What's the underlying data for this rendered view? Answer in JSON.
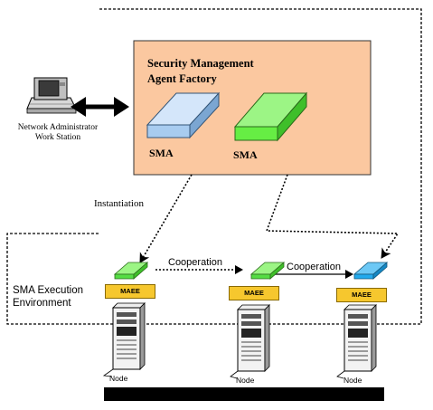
{
  "diagram": {
    "factory": {
      "title_line1": "Security Management",
      "title_line2": "Agent Factory",
      "sma_left_label": "SMA",
      "sma_right_label": "SMA"
    },
    "workstation": {
      "label": "Network Administrator Work Station"
    },
    "edges": {
      "instantiation": "Instantiation",
      "cooperation_left": "Cooperation",
      "cooperation_right": "Cooperation"
    },
    "execution_environment": {
      "line1": "SMA Execution",
      "line2": "Environment"
    },
    "nodes": [
      {
        "maee_label": "MAEE",
        "node_label": "Node",
        "agent_color": "#55dd44"
      },
      {
        "maee_label": "MAEE",
        "node_label": "Node",
        "agent_color": "#55dd44"
      },
      {
        "maee_label": "MAEE",
        "node_label": "Node",
        "agent_color": "#22aaee"
      }
    ],
    "colors": {
      "factory_fill": "#fbc8a0",
      "sma_blue": "#a8ccf0",
      "sma_green": "#66ee44",
      "maee": "#f6c72e"
    }
  }
}
